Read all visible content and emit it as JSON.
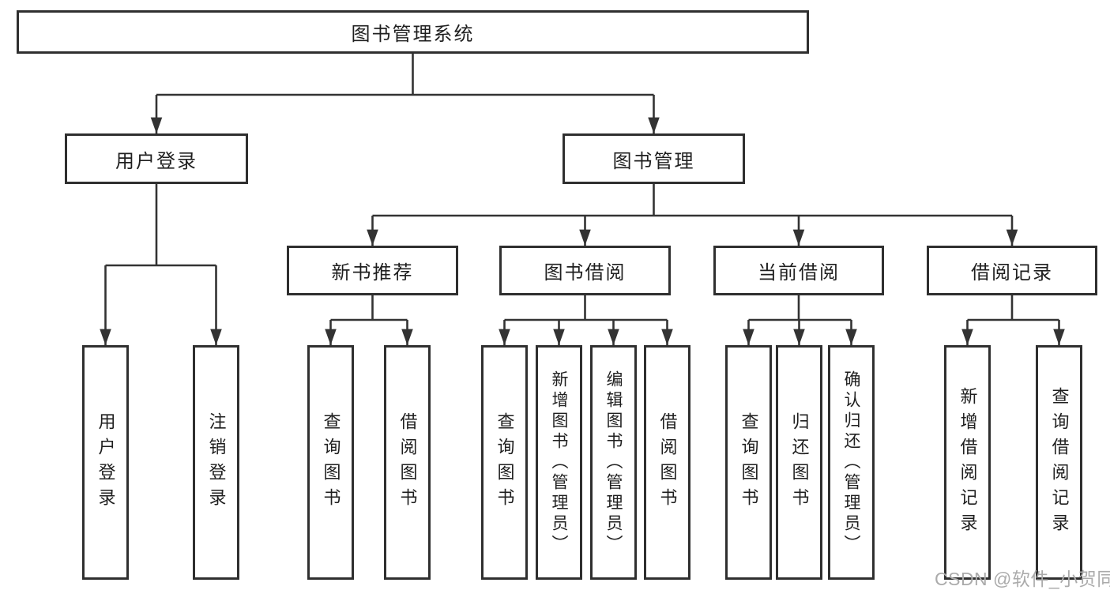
{
  "nodes": {
    "root": "图书管理系统",
    "level2": {
      "user_login": "用户登录",
      "book_management": "图书管理"
    },
    "level3": {
      "new_book_recommend": "新书推荐",
      "book_borrowing": "图书借阅",
      "current_borrowing": "当前借阅",
      "borrowing_records": "借阅记录"
    },
    "leaves": {
      "user_login": [
        "用户登录",
        "注销登录"
      ],
      "new_book_recommend": [
        "查询图书",
        "借阅图书"
      ],
      "book_borrowing": [
        "查询图书",
        "新增图书（管理员）",
        "编辑图书（管理员）",
        "借阅图书"
      ],
      "current_borrowing": [
        "查询图书",
        "归还图书",
        "确认归还（管理员）"
      ],
      "borrowing_records": [
        "新增借阅记录",
        "查询借阅记录"
      ]
    }
  },
  "watermark": "CSDN @软件_小贺同学",
  "colors": {
    "line": "#333333",
    "border": "#2f2f2f",
    "text": "#1f1f1f",
    "watermark": "#ababab",
    "background": "#ffffff"
  }
}
